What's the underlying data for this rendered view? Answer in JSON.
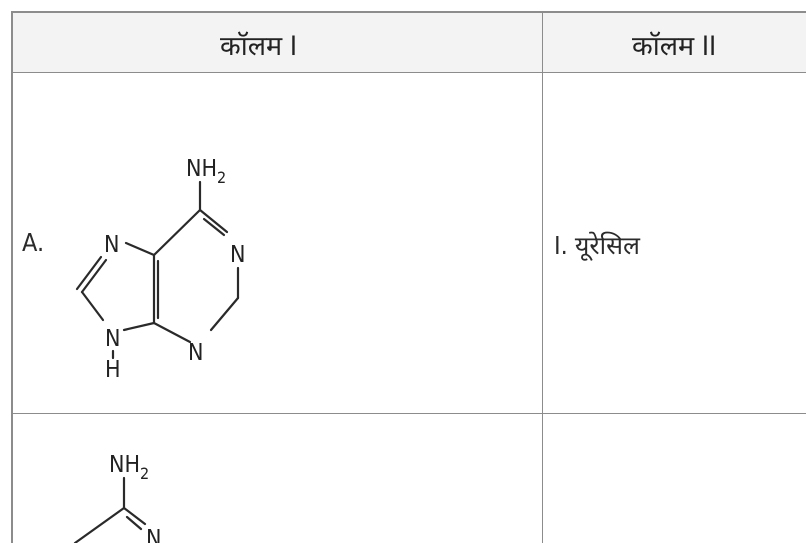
{
  "table": {
    "headers": [
      "कॉलम I",
      "कॉलम II"
    ],
    "rows": [
      {
        "label": "A.",
        "structure": {
          "atoms": {
            "amino": "NH",
            "amino_sub": "2",
            "n1": "N",
            "n2": "N",
            "n3": "N",
            "n4": "N",
            "h": "H"
          }
        },
        "answer": "I. यूरेसिल"
      },
      {
        "label": "",
        "structure": {
          "atoms": {
            "amino": "NH",
            "amino_sub": "2",
            "n1": "N"
          }
        },
        "answer": ""
      }
    ]
  }
}
